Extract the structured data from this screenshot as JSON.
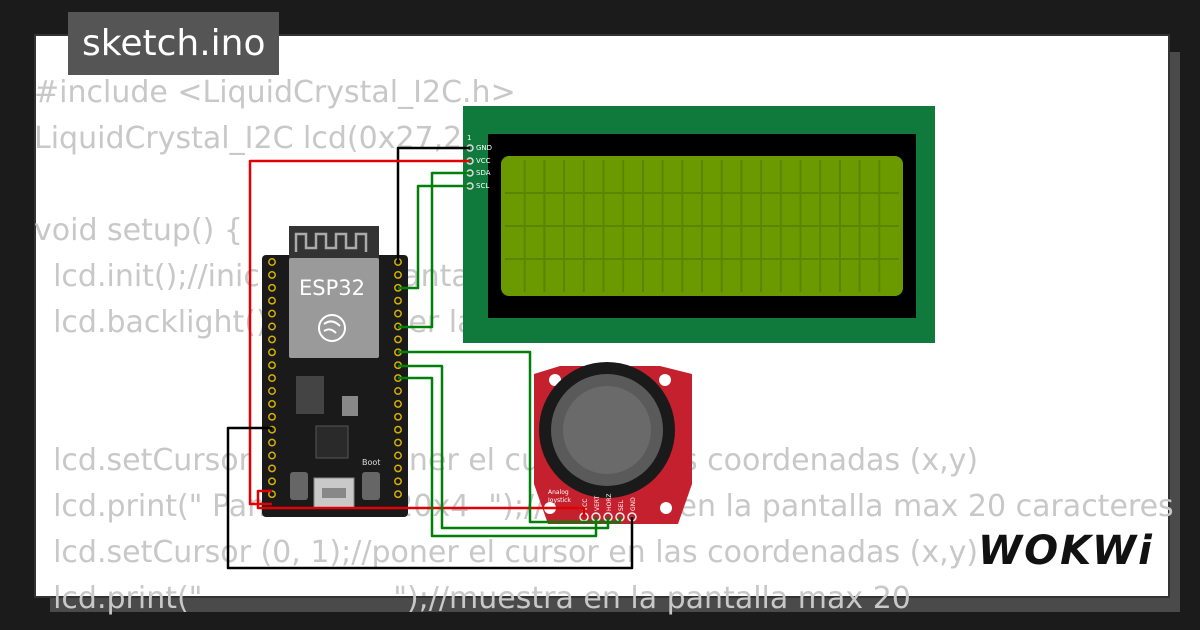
{
  "title": "sketch.ino",
  "logo": "WOKWi",
  "code_lines": [
    "#include <LiquidCrystal_I2C.h>",
    "LiquidCrystal_I2C lcd(0x27,20,4); //DIRECCIÓN pantalla",
    "",
    "void setup() {",
    "  lcd.init();//inicializa la pantalla",
    "  lcd.backlight();//encender la luz de fondo",
    "",
    "",
    "  lcd.setCursor (0, 0);//poner el cursor en las coordenadas (x,y)",
    "  lcd.print(\" Pantalla lcd 20x4  \");//muestra en la pantalla max 20 caracteres",
    "  lcd.setCursor (0, 1);//poner el cursor en las coordenadas (x,y)",
    "  lcd.print(\"                    \");//muestra en la pantalla max 20"
  ],
  "esp32": {
    "label": "ESP32",
    "boot_label": "Boot"
  },
  "lcd": {
    "pin1": "1",
    "pins": [
      "GND",
      "VCC",
      "SDA",
      "SCL"
    ]
  },
  "joystick": {
    "label_line1": "Analog",
    "label_line2": "Joystick",
    "pins": [
      "VCC",
      "VERT",
      "HORZ",
      "SEL",
      "GND"
    ]
  },
  "colors": {
    "lcd_board": "#0f7a3b",
    "lcd_screen": "#6b9a00",
    "joystick_board": "#c5202e",
    "wire_red": "#e00000",
    "wire_green": "#00800a",
    "wire_black": "#000000"
  }
}
